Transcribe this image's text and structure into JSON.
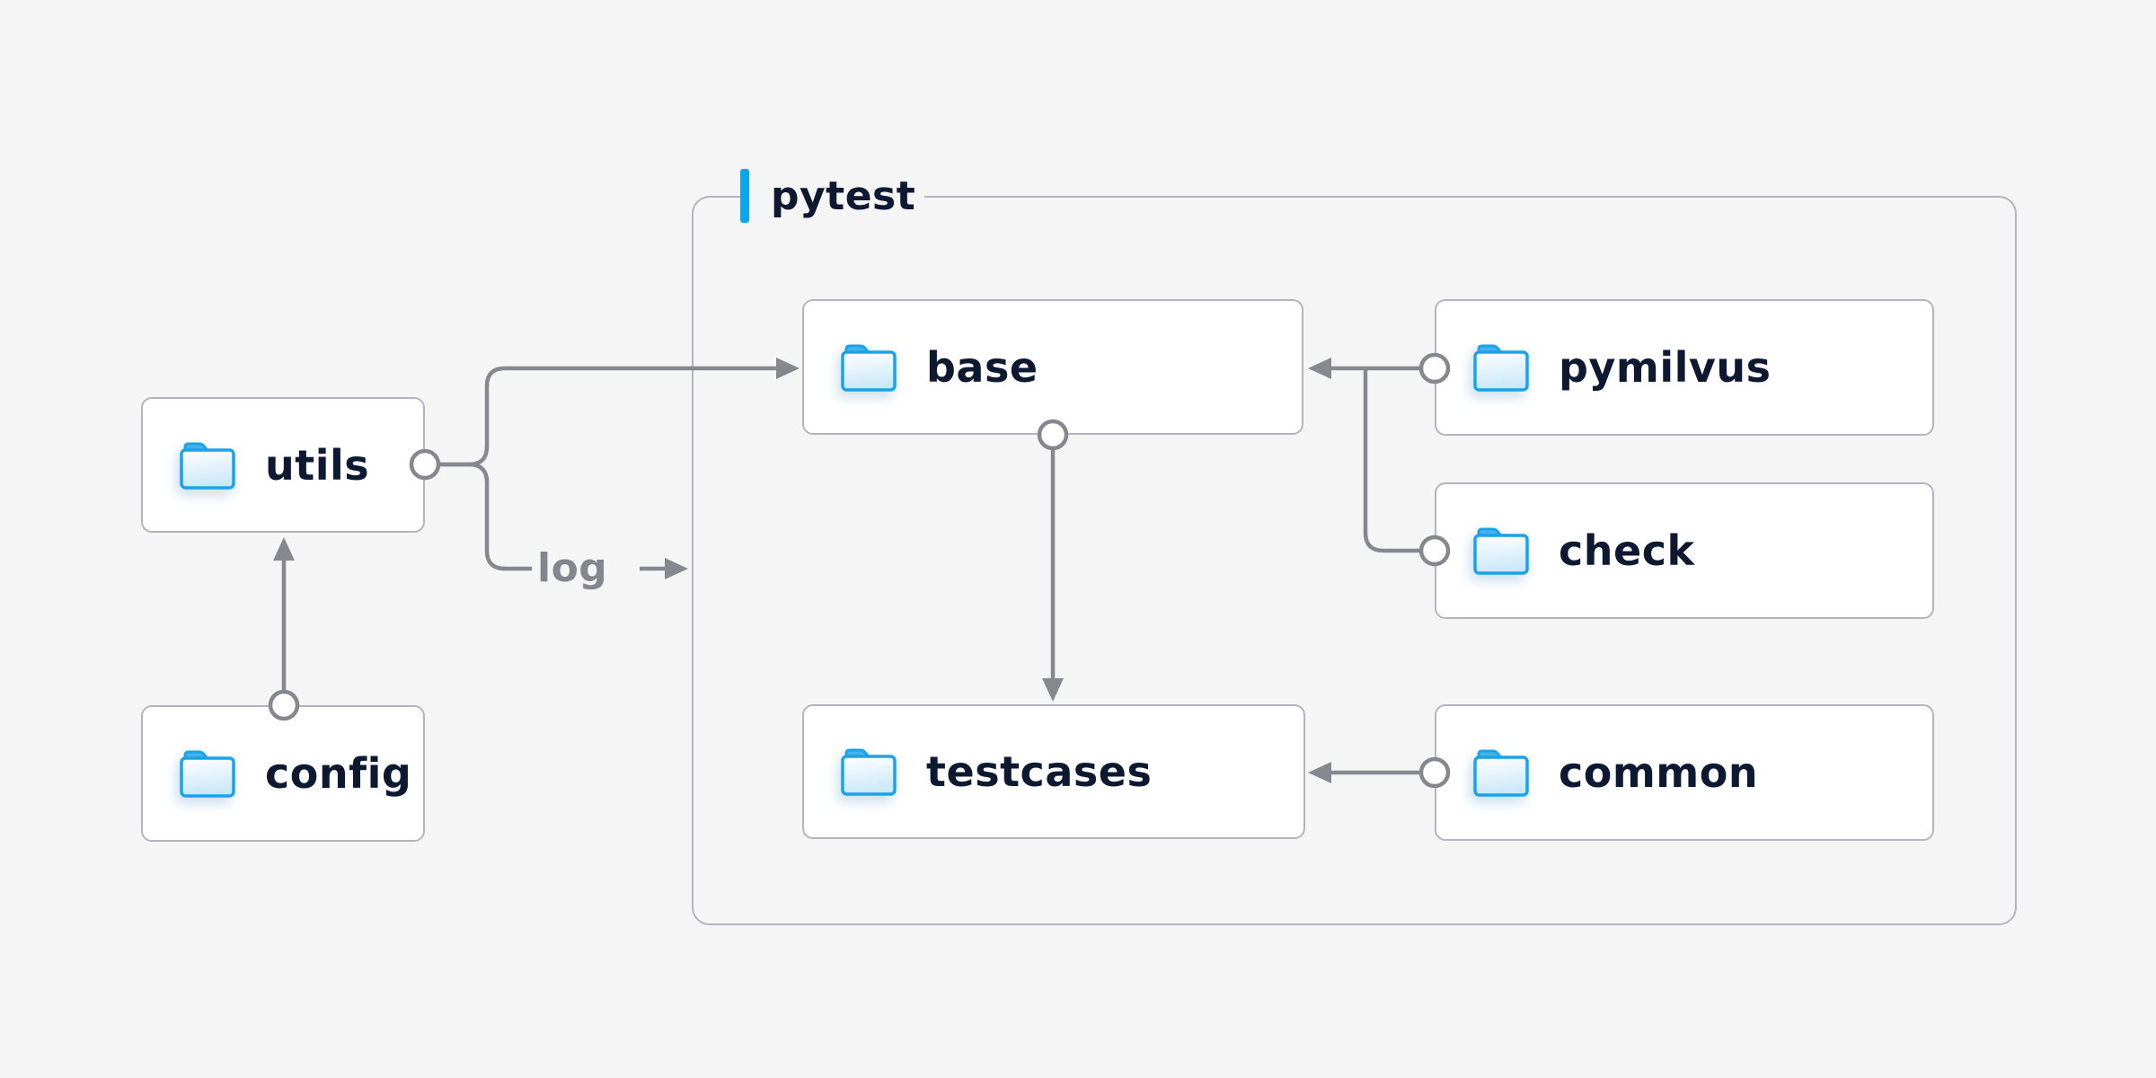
{
  "diagram": {
    "group": {
      "label": "pytest"
    },
    "nodes": {
      "utils": {
        "label": "utils",
        "icon": "folder-icon"
      },
      "config": {
        "label": "config",
        "icon": "folder-icon"
      },
      "base": {
        "label": "base",
        "icon": "folder-icon"
      },
      "pymilvus": {
        "label": "pymilvus",
        "icon": "folder-icon"
      },
      "check": {
        "label": "check",
        "icon": "folder-icon"
      },
      "testcases": {
        "label": "testcases",
        "icon": "folder-icon"
      },
      "common": {
        "label": "common",
        "icon": "folder-icon"
      }
    },
    "edges": {
      "log_label": "log",
      "list": [
        {
          "from": "utils",
          "to": "base",
          "type": "arrow"
        },
        {
          "from": "utils",
          "to": "log",
          "type": "arrow",
          "label": "log"
        },
        {
          "from": "config",
          "to": "utils",
          "type": "arrow"
        },
        {
          "from": "base",
          "to": "testcases",
          "type": "arrow"
        },
        {
          "from": "pymilvus",
          "to": "base",
          "type": "arrow"
        },
        {
          "from": "check",
          "to": "base",
          "type": "arrow"
        },
        {
          "from": "common",
          "to": "testcases",
          "type": "arrow"
        }
      ]
    },
    "colors": {
      "background": "#f5f5f6",
      "node_fill": "#ffffff",
      "border": "#b4b4c1",
      "connector": "#87878f",
      "accent": "#0da6ea",
      "text": "#0d1930",
      "muted_text": "#85858f",
      "folder_stroke": "#1aa3e8",
      "folder_tab": "#48b1ea",
      "folder_fill_bottom": "#cbe8f9"
    }
  }
}
